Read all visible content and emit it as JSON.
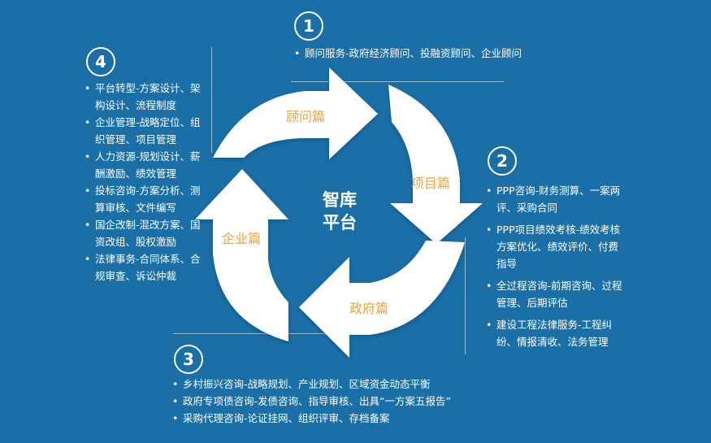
{
  "center": {
    "line1": "智库",
    "line2": "平台"
  },
  "arrows": {
    "top": "顾问篇",
    "right": "项目篇",
    "bottom": "政府篇",
    "left": "企业篇"
  },
  "sections": {
    "s1": {
      "number": "1",
      "items": [
        "顾问服务-政府经济顾问、投融资顾问、企业顾问"
      ]
    },
    "s2": {
      "number": "2",
      "items": [
        "PPP咨询-财务测算、一案两评、采购合同",
        "PPP项目绩效考核-绩效考核方案优化、绩效评价、付费指导",
        "全过程咨询-前期咨询、过程管理、后期评估",
        "建设工程法律服务-工程纠纷、情报清收、法务管理"
      ]
    },
    "s3": {
      "number": "3",
      "items": [
        "乡村振兴咨询-战略规划、产业规划、区域资金动态平衡",
        "政府专项债咨询-发债咨询、指导审核、出具“一方案五报告”",
        "采购代理咨询-论证挂网、组织评审、存档备案"
      ]
    },
    "s4": {
      "number": "4",
      "items": [
        "平台转型-方案设计、架构设计、流程制度",
        "企业管理-战略定位、组织管理、项目管理",
        "人力资源-规划设计、薪酬激励、绩效管理",
        "投标咨询-方案分析、测算审核、文件编写",
        "国企改制-混改方案、国资改组、股权激励",
        "法律事务-合同体系、合规审查、诉讼仲裁"
      ]
    }
  },
  "colors": {
    "background": "#1a6fa6",
    "arrow_fill": "#ffffff",
    "arrow_label": "#f0a23a"
  }
}
